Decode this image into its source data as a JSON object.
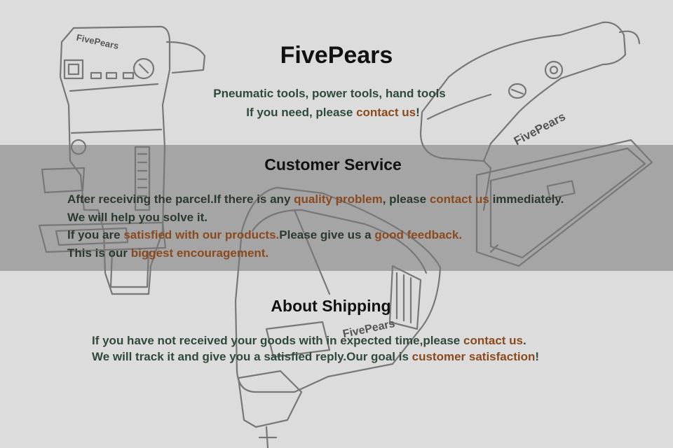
{
  "brand": "FivePears",
  "intro": {
    "tagline": "Pneumatic tools, power tools, hand tools",
    "contact_prefix": "If you need, please ",
    "contact_link": "contact us",
    "contact_suffix": "!"
  },
  "customer_service": {
    "title": "Customer Service",
    "line1_a": "After receiving the parcel.If there is any ",
    "line1_hl1": "quality problem",
    "line1_b": ", please ",
    "line1_hl2": "contact us",
    "line1_c": " immediately.",
    "line2": "We will help you solve it.",
    "line3_a": "If you are ",
    "line3_hl1": "satisfied with our products.",
    "line3_b": "Please give us a ",
    "line3_hl2": "good feedback.",
    "line4_a": "This is our ",
    "line4_hl": "biggest encouragement."
  },
  "shipping": {
    "title": "About Shipping",
    "line1_a": "If you have not received your goods with in expected time,please ",
    "line1_hl": "contact us",
    "line1_b": ".",
    "line2_a": "We will track it and give you a satisfied reply.Our goal is ",
    "line2_hl": "customer satisfaction",
    "line2_b": "!"
  },
  "illustrations": {
    "trimmer_logo": "FivePears",
    "sander_logo": "FivePears",
    "jigsaw_logo": "FivePears"
  },
  "colors": {
    "background": "#dcdcdc",
    "band": "#8a8a8a",
    "highlight": "#8b4a1e",
    "body_text": "#2f4a3a",
    "line_art": "#7a7a7a"
  }
}
